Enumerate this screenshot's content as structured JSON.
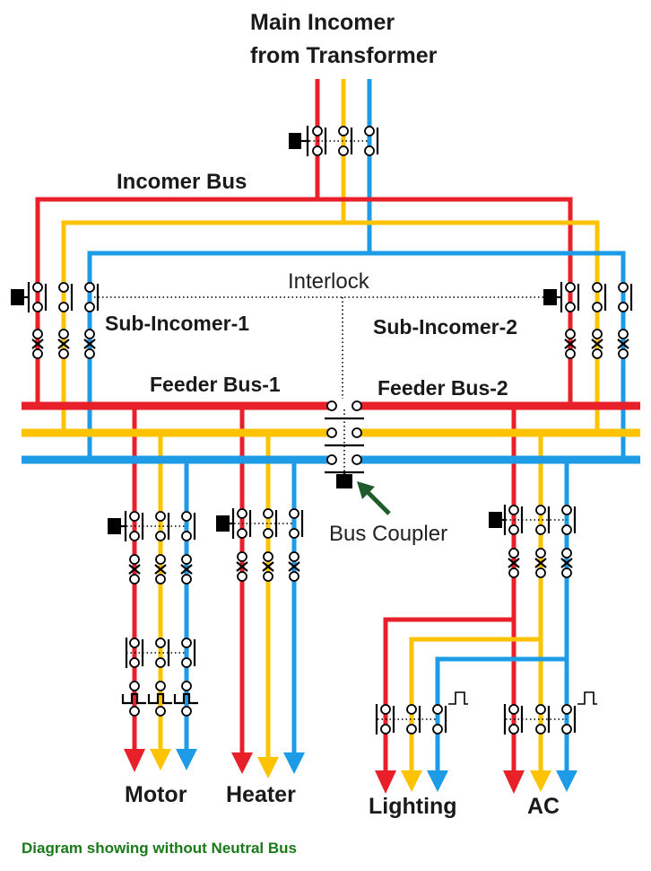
{
  "title_line1": "Main Incomer",
  "title_line2": "from Transformer",
  "labels": {
    "incomer_bus": "Incomer Bus",
    "interlock": "Interlock",
    "sub_incomer_1": "Sub-Incomer-1",
    "sub_incomer_2": "Sub-Incomer-2",
    "feeder_bus_1": "Feeder Bus-1",
    "feeder_bus_2": "Feeder Bus-2",
    "bus_coupler": "Bus Coupler"
  },
  "loads": {
    "motor": "Motor",
    "heater": "Heater",
    "lighting": "Lighting",
    "ac": "AC"
  },
  "caption": "Diagram showing without Neutral Bus",
  "colors": {
    "red_phase": "#e8202a",
    "yellow_phase": "#fdc300",
    "blue_phase": "#1e9be6",
    "caption": "#1a7a1a",
    "arrow": "#1f5a2b"
  }
}
